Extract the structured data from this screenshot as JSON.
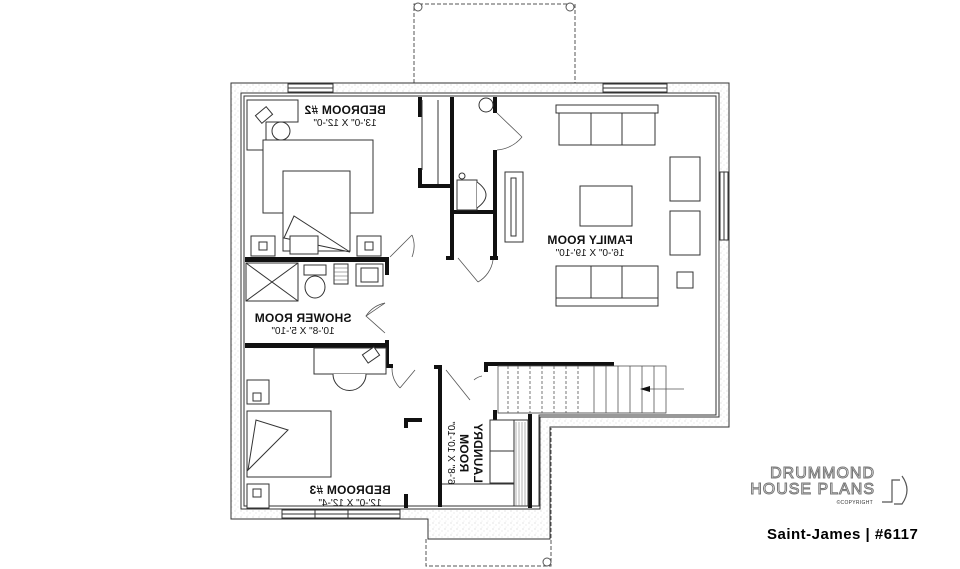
{
  "plan": {
    "rooms": [
      {
        "id": "bedroom-2",
        "name": "BEDROOM #2",
        "dimensions": "13'-0\" X 12'-0\""
      },
      {
        "id": "family-room",
        "name": "FAMILY ROOM",
        "dimensions": "16'-0\" X 19'-10\""
      },
      {
        "id": "shower-room",
        "name": "SHOWER ROOM",
        "dimensions": "10'-8\" X 5'-10\""
      },
      {
        "id": "laundry-room",
        "name": "LAUNDRY ROOM",
        "name_line1": "LAUNDRY",
        "name_line2": "ROOM",
        "dimensions": "6'-8\" X 10'-10\""
      },
      {
        "id": "bedroom-3",
        "name": "BEDROOM #3",
        "dimensions": "12'-0\" X 12'-4\""
      }
    ],
    "colors": {
      "wall": "#111111",
      "line": "#333333",
      "background": "#ffffff",
      "hatch": "#999999"
    }
  },
  "branding": {
    "line1": "DRUMMOND",
    "line2": "HOUSE PLANS",
    "copyright": "©COPYRIGHT",
    "plan_name": "Saint-James | #6117"
  }
}
